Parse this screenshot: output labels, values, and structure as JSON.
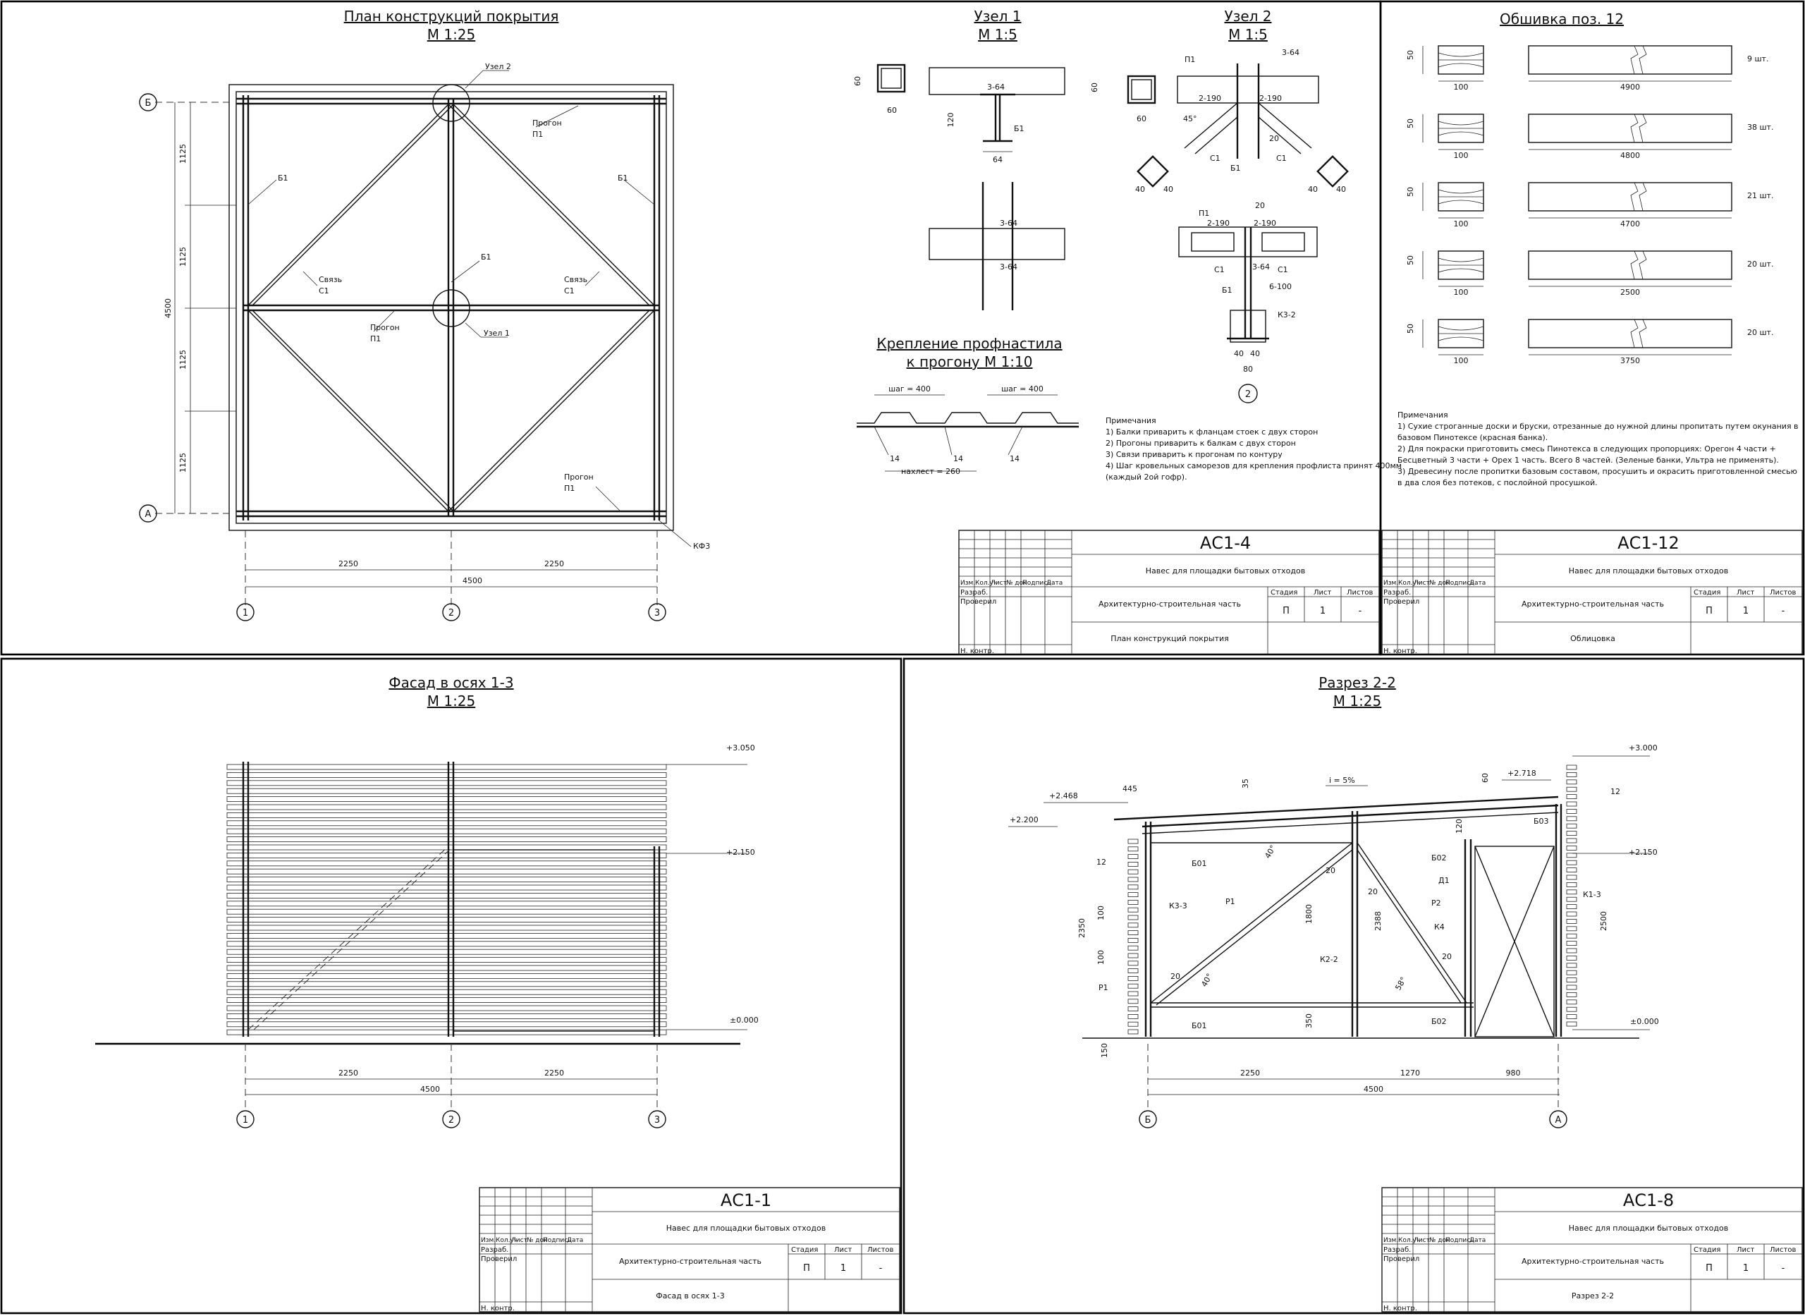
{
  "sheets": {
    "roof_plan": {
      "title": "План конструкций покрытия",
      "scale": "М 1:25",
      "labels": {
        "uzel2": "Узел 2",
        "uzel1": "Узел 1",
        "progon": "Прогон",
        "p1": "П1",
        "b1": "Б1",
        "svyaz": "Связь",
        "c1": "С1",
        "kf3": "КФ3"
      },
      "axes_letters": [
        "Б",
        "А"
      ],
      "axes_numbers": [
        "1",
        "2",
        "3"
      ],
      "dims_v": [
        "1125",
        "1125",
        "1125",
        "1125"
      ],
      "dim_total_v": "4500",
      "dims_h": [
        "2250",
        "2250"
      ],
      "dim_total_h": "4500"
    },
    "node1": {
      "title": "Узел 1",
      "scale": "М 1:5",
      "dims": [
        "60",
        "60",
        "3-64",
        "120",
        "Б1",
        "64",
        "3-64",
        "3-64"
      ]
    },
    "node2": {
      "title": "Узел 2",
      "scale": "М 1:5",
      "labels": [
        "П1",
        "3-64",
        "2-190",
        "2-190",
        "60",
        "60",
        "45°",
        "20",
        "С1",
        "Б1",
        "С1",
        "40",
        "40",
        "40",
        "40",
        "П1",
        "2-190",
        "2-190",
        "20",
        "С1",
        "3-64",
        "С1",
        "Б1",
        "6-100",
        "К3-2",
        "40",
        "40",
        "80"
      ],
      "circle": "2"
    },
    "fastening": {
      "title1": "Крепление профнастила",
      "title2": "к прогону М 1:10",
      "step1": "шаг = 400",
      "step2": "шаг = 400",
      "l14a": "14",
      "l14b": "14",
      "l14c": "14",
      "overlap": "нахлест = 260"
    },
    "notes1": {
      "head": "Примечания",
      "lines": [
        "1) Балки приварить к фланцам стоек с двух сторон",
        "2) Прогоны приварить к балкам с двух сторон",
        "3) Связи приварить к прогонам по контуру",
        "4) Шаг кровельных саморезов для крепления профлиста  принят 400мм",
        "(каждый 2ой гофр)."
      ]
    },
    "cladding": {
      "title": "Обшивка поз. 12",
      "rows": [
        {
          "h": "50",
          "w": "100",
          "len": "4900",
          "qty": "9 шт."
        },
        {
          "h": "50",
          "w": "100",
          "len": "4800",
          "qty": "38 шт."
        },
        {
          "h": "50",
          "w": "100",
          "len": "4700",
          "qty": "21 шт."
        },
        {
          "h": "50",
          "w": "100",
          "len": "2500",
          "qty": "20 шт."
        },
        {
          "h": "50",
          "w": "100",
          "len": "3750",
          "qty": "20 шт."
        }
      ]
    },
    "notes2": {
      "head": "Примечания",
      "lines": [
        "1) Сухие строганные доски и бруски, отрезанные до нужной длины пропитать путем окунания в",
        "базовом Пинотексе (красная банка).",
        "2) Для покраски приготовить смесь Пинотекса в следующих пропорциях: Орегон 4 части +",
        "Бесцветный 3 части + Орех 1 часть. Всего 8 частей. (Зеленые банки, Ультра не применять).",
        "3) Древесину после пропитки базовым составом, просушить и окрасить приготовленной смесью",
        "в два слоя без потеков, с послойной просушкой."
      ]
    },
    "facade": {
      "title": "Фасад в осях 1-3",
      "scale": "М 1:25",
      "levels": [
        "+3.050",
        "+2.150",
        "±0.000"
      ],
      "dims_h": [
        "2250",
        "2250"
      ],
      "dim_total": "4500",
      "axes": [
        "1",
        "2",
        "3"
      ]
    },
    "section": {
      "title": "Разрез 2-2",
      "scale": "М 1:25",
      "levels": [
        "+3.000",
        "+2.718",
        "+2.468",
        "+2.200",
        "+2.150",
        "±0.000"
      ],
      "slope": "i = 5%",
      "labels": [
        "445",
        "35",
        "60",
        "120",
        "12",
        "12",
        "Б01",
        "Б02",
        "Б03",
        "Д1",
        "Р1",
        "Р2",
        "К4",
        "К3-3",
        "К2-2",
        "К1-3",
        "Р1",
        "Б01",
        "Б02",
        "40°",
        "40°",
        "58°",
        "20",
        "20",
        "20",
        "20",
        "100",
        "100",
        "2350",
        "1800",
        "2388",
        "2500",
        "350",
        "150"
      ],
      "dims_h": [
        "2250",
        "1270",
        "980"
      ],
      "dim_total": "4500",
      "axes": [
        "Б",
        "А"
      ]
    }
  },
  "stamps": [
    {
      "code": "АС1-4",
      "project": "Навес для площадки бытовых отходов",
      "part": "Архитектурно-строительная часть",
      "sheet_name": "План конструкций покрытия",
      "stage": "П",
      "sheet": "1",
      "sheets": "-"
    },
    {
      "code": "АС1-12",
      "project": "Навес для площадки бытовых отходов",
      "part": "Архитектурно-строительная часть",
      "sheet_name": "Облицовка",
      "stage": "П",
      "sheet": "1",
      "sheets": "-"
    },
    {
      "code": "АС1-1",
      "project": "Навес для площадки бытовых отходов",
      "part": "Архитектурно-строительная часть",
      "sheet_name": "Фасад в осях 1-3",
      "stage": "П",
      "sheet": "1",
      "sheets": "-"
    },
    {
      "code": "АС1-8",
      "project": "Навес для площадки бытовых отходов",
      "part": "Архитектурно-строительная часть",
      "sheet_name": "Разрез 2-2",
      "stage": "П",
      "sheet": "1",
      "sheets": "-"
    }
  ],
  "stamp_headers": {
    "izm": "Изм.",
    "kol": "Кол.уч",
    "list": "Лист",
    "ndok": "№ док",
    "podp": "Подпись",
    "data": "Дата",
    "razrab": "Разраб.",
    "prov": "Проверил",
    "nkontr": "Н. контр.",
    "stadia": "Стадия",
    "list2": "Лист",
    "listov": "Листов"
  }
}
